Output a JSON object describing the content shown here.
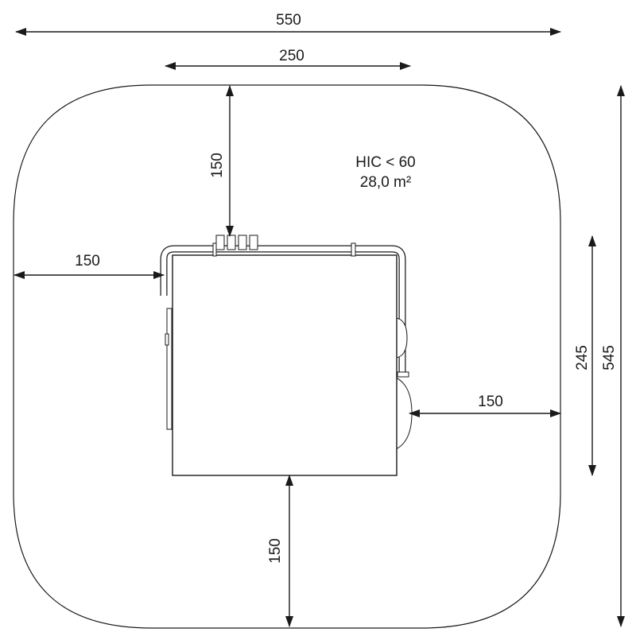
{
  "safety_zone": {
    "hic_label": "HIC < 60",
    "area_label": "28,0 m²"
  },
  "dimensions": {
    "overall_width": "550",
    "equipment_width": "250",
    "top_clearance": "150",
    "left_clearance": "150",
    "right_clearance": "150",
    "bottom_clearance": "150",
    "equipment_depth": "245",
    "overall_depth": "545"
  }
}
